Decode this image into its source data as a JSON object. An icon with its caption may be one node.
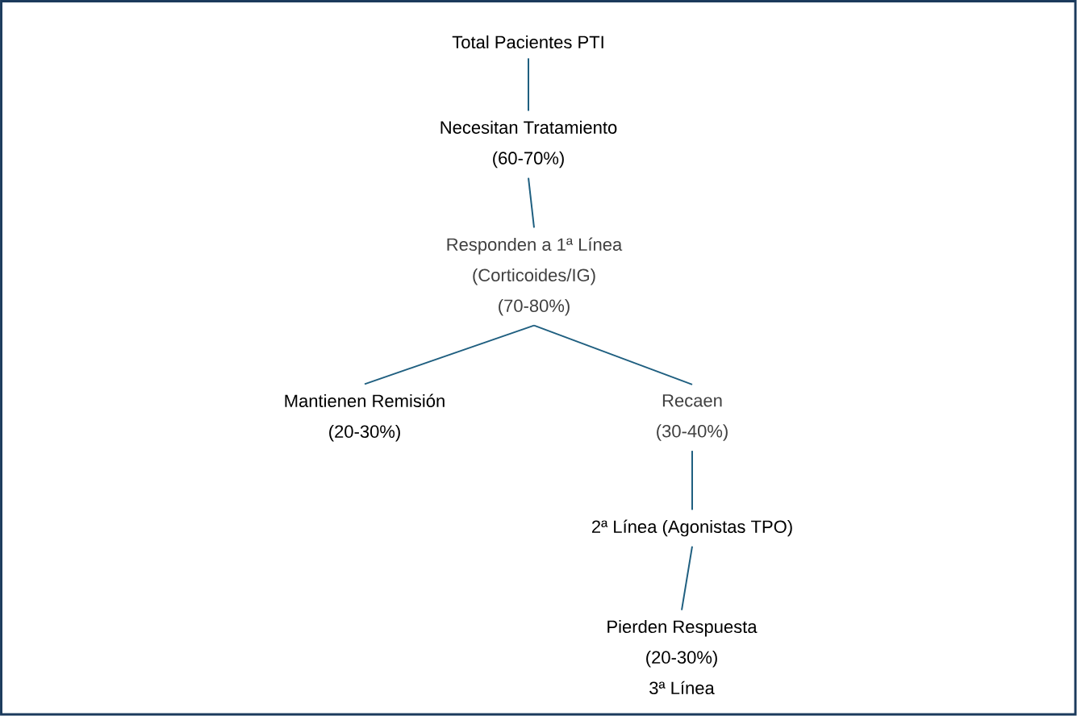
{
  "diagram": {
    "nodes": [
      {
        "text": [
          "Total Pacientes PTI"
        ]
      },
      {
        "text": [
          "Necesitan Tratamiento",
          "(60-70%)"
        ]
      },
      {
        "text": [
          "Responden a 1ª Línea",
          "(Corticoides/IG)",
          "(70-80%)"
        ]
      },
      {
        "text": [
          "Mantienen Remisión",
          "(20-30%)"
        ]
      },
      {
        "text": [
          "Recaen",
          "(30-40%)"
        ]
      },
      {
        "text": [
          "2ª Línea (Agonistas TPO)"
        ]
      },
      {
        "text": [
          "Pierden Respuesta",
          "(20-30%)",
          "3ª Línea"
        ]
      }
    ],
    "edges": [
      {
        "from": 0,
        "to": 1,
        "arrow": "none"
      },
      {
        "from": 1,
        "to": 2,
        "arrow": "none"
      },
      {
        "from": 2,
        "to": 3,
        "arrow": "none"
      },
      {
        "from": 2,
        "to": 4,
        "arrow": "none"
      },
      {
        "from": 4,
        "to": 5,
        "arrow": "none"
      },
      {
        "from": 5,
        "to": 6,
        "arrow": "none"
      }
    ]
  }
}
